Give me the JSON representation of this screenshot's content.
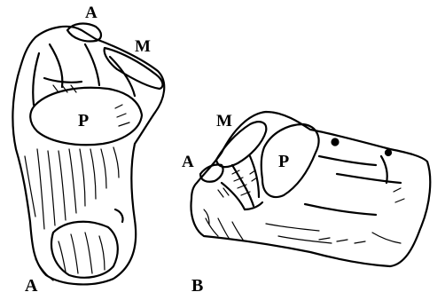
{
  "figure": {
    "panels": [
      {
        "id": "A",
        "panel_label": "A",
        "facet_labels": {
          "anterior": "A",
          "middle": "M",
          "posterior": "P"
        }
      },
      {
        "id": "B",
        "panel_label": "B",
        "facet_labels": {
          "anterior": "A",
          "middle": "M",
          "posterior": "P"
        }
      }
    ],
    "colors": {
      "ink": "#000000",
      "paper": "#ffffff"
    }
  }
}
